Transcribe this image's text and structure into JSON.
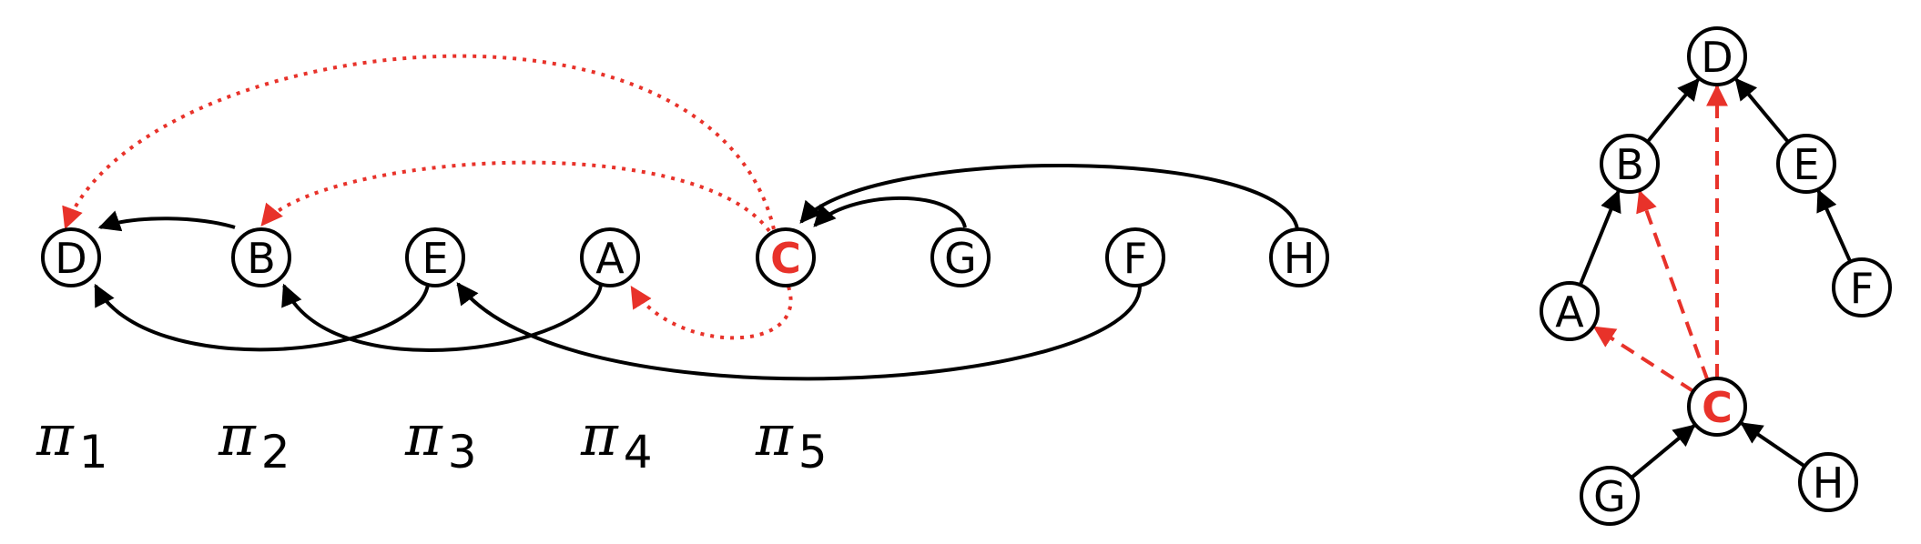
{
  "colors": {
    "black": "#000000",
    "red": "#e8322a"
  },
  "line_nodes": [
    {
      "id": "D",
      "label": "D",
      "highlight": false
    },
    {
      "id": "B",
      "label": "B",
      "highlight": false
    },
    {
      "id": "E",
      "label": "E",
      "highlight": false
    },
    {
      "id": "A",
      "label": "A",
      "highlight": false
    },
    {
      "id": "C",
      "label": "C",
      "highlight": true
    },
    {
      "id": "G",
      "label": "G",
      "highlight": false
    },
    {
      "id": "F",
      "label": "F",
      "highlight": false
    },
    {
      "id": "H",
      "label": "H",
      "highlight": false
    }
  ],
  "pi_labels": [
    {
      "symbol": "π",
      "sub": "1"
    },
    {
      "symbol": "π",
      "sub": "2"
    },
    {
      "symbol": "π",
      "sub": "3"
    },
    {
      "symbol": "π",
      "sub": "4"
    },
    {
      "symbol": "π",
      "sub": "5"
    }
  ],
  "line_edges": [
    {
      "from": "B",
      "to": "D",
      "style": "solid",
      "color": "black"
    },
    {
      "from": "E",
      "to": "D",
      "style": "solid",
      "color": "black"
    },
    {
      "from": "A",
      "to": "B",
      "style": "solid",
      "color": "black"
    },
    {
      "from": "F",
      "to": "E",
      "style": "solid",
      "color": "black"
    },
    {
      "from": "G",
      "to": "C",
      "style": "solid",
      "color": "black"
    },
    {
      "from": "H",
      "to": "C",
      "style": "solid",
      "color": "black"
    },
    {
      "from": "C",
      "to": "D",
      "style": "dotted",
      "color": "red"
    },
    {
      "from": "C",
      "to": "B",
      "style": "dotted",
      "color": "red"
    },
    {
      "from": "C",
      "to": "A",
      "style": "dotted",
      "color": "red"
    }
  ],
  "tree_nodes": [
    {
      "id": "D",
      "label": "D",
      "highlight": false
    },
    {
      "id": "B",
      "label": "B",
      "highlight": false
    },
    {
      "id": "E",
      "label": "E",
      "highlight": false
    },
    {
      "id": "A",
      "label": "A",
      "highlight": false
    },
    {
      "id": "F",
      "label": "F",
      "highlight": false
    },
    {
      "id": "C",
      "label": "C",
      "highlight": true
    },
    {
      "id": "G",
      "label": "G",
      "highlight": false
    },
    {
      "id": "H",
      "label": "H",
      "highlight": false
    }
  ],
  "tree_edges": [
    {
      "from": "B",
      "to": "D",
      "style": "solid",
      "color": "black"
    },
    {
      "from": "E",
      "to": "D",
      "style": "solid",
      "color": "black"
    },
    {
      "from": "A",
      "to": "B",
      "style": "solid",
      "color": "black"
    },
    {
      "from": "F",
      "to": "E",
      "style": "solid",
      "color": "black"
    },
    {
      "from": "G",
      "to": "C",
      "style": "solid",
      "color": "black"
    },
    {
      "from": "H",
      "to": "C",
      "style": "solid",
      "color": "black"
    },
    {
      "from": "C",
      "to": "D",
      "style": "dashed",
      "color": "red"
    },
    {
      "from": "C",
      "to": "B",
      "style": "dashed",
      "color": "red"
    },
    {
      "from": "C",
      "to": "A",
      "style": "dashed",
      "color": "red"
    }
  ]
}
